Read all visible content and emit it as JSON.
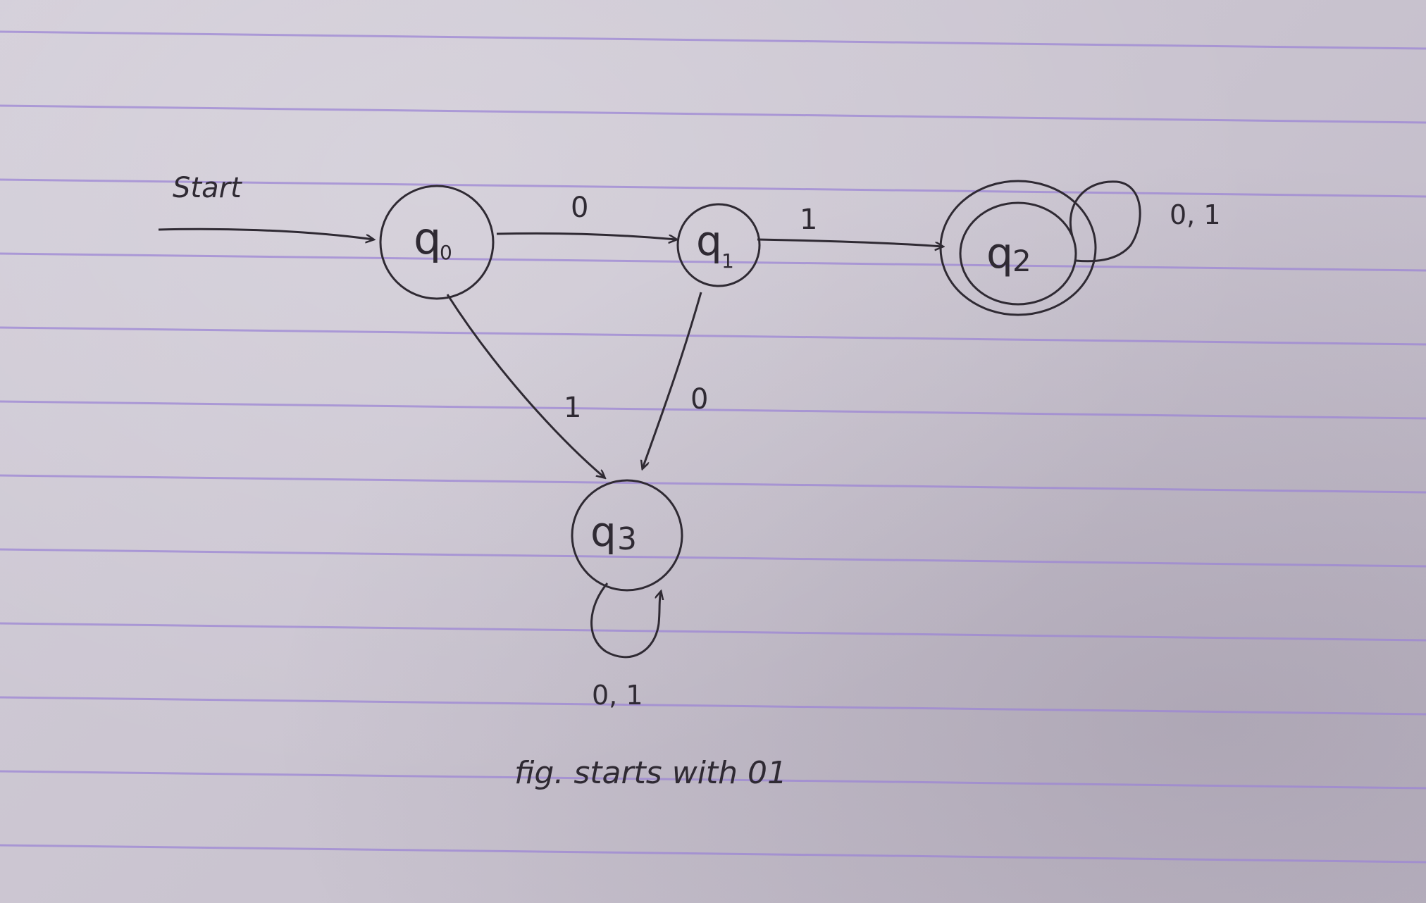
{
  "diagram": {
    "start_label": "Start",
    "caption": "fig. starts with 01",
    "states": [
      {
        "id": "q0",
        "label": "q0",
        "main": "q",
        "sub": "0",
        "accepting": false,
        "initial": true
      },
      {
        "id": "q1",
        "label": "q1",
        "main": "q",
        "sub": "1",
        "accepting": false,
        "initial": false
      },
      {
        "id": "q2",
        "label": "q2",
        "main": "q",
        "sub": "2",
        "accepting": true,
        "initial": false
      },
      {
        "id": "q3",
        "label": "q3",
        "main": "q",
        "sub": "3",
        "accepting": false,
        "initial": false
      }
    ],
    "transitions": [
      {
        "from": "q0",
        "to": "q1",
        "label": "0"
      },
      {
        "from": "q1",
        "to": "q2",
        "label": "1"
      },
      {
        "from": "q0",
        "to": "q3",
        "label": "1"
      },
      {
        "from": "q1",
        "to": "q3",
        "label": "0"
      },
      {
        "from": "q2",
        "to": "q2",
        "label": "0, 1"
      },
      {
        "from": "q3",
        "to": "q3",
        "label": "0, 1"
      }
    ]
  },
  "colors": {
    "ink": "#2f2a33",
    "rule_line": "#9c86d4",
    "paper": "#cfc9d4"
  }
}
